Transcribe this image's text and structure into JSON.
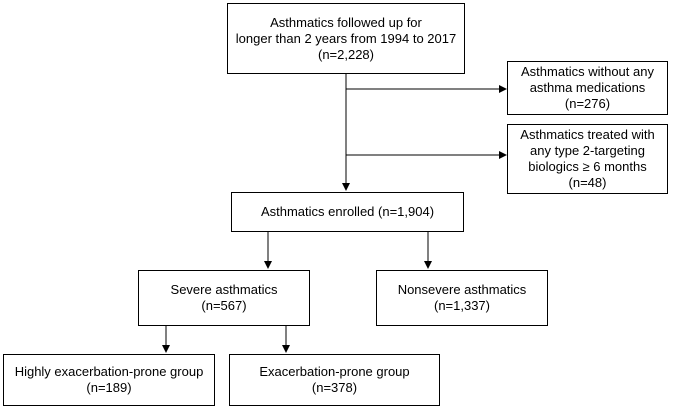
{
  "nodes": {
    "followed_up": {
      "lines": [
        "Asthmatics followed up for",
        "longer than 2 years from 1994 to 2017",
        "(n=2,228)"
      ]
    },
    "no_medication": {
      "lines": [
        "Asthmatics without any",
        "asthma medications",
        "(n=276)"
      ]
    },
    "biologics": {
      "lines": [
        "Asthmatics treated with",
        "any type 2-targeting",
        "biologics ≥ 6 months",
        "(n=48)"
      ]
    },
    "enrolled": {
      "lines": [
        "Asthmatics enrolled (n=1,904)"
      ]
    },
    "severe": {
      "lines": [
        "Severe asthmatics",
        "(n=567)"
      ]
    },
    "nonsevere": {
      "lines": [
        "Nonsevere asthmatics",
        "(n=1,337)"
      ]
    },
    "highly_prone": {
      "lines": [
        "Highly exacerbation-prone group",
        "(n=189)"
      ]
    },
    "prone": {
      "lines": [
        "Exacerbation-prone group",
        "(n=378)"
      ]
    }
  },
  "edges": [
    {
      "from": "followed_up",
      "to": "no_medication",
      "kind": "exclusion"
    },
    {
      "from": "followed_up",
      "to": "biologics",
      "kind": "exclusion"
    },
    {
      "from": "followed_up",
      "to": "enrolled",
      "kind": "flow"
    },
    {
      "from": "enrolled",
      "to": "severe",
      "kind": "flow"
    },
    {
      "from": "enrolled",
      "to": "nonsevere",
      "kind": "flow"
    },
    {
      "from": "severe",
      "to": "highly_prone",
      "kind": "flow"
    },
    {
      "from": "severe",
      "to": "prone",
      "kind": "flow"
    }
  ],
  "colors": {
    "line": "#000000",
    "box_border": "#000000",
    "background": "#ffffff"
  }
}
